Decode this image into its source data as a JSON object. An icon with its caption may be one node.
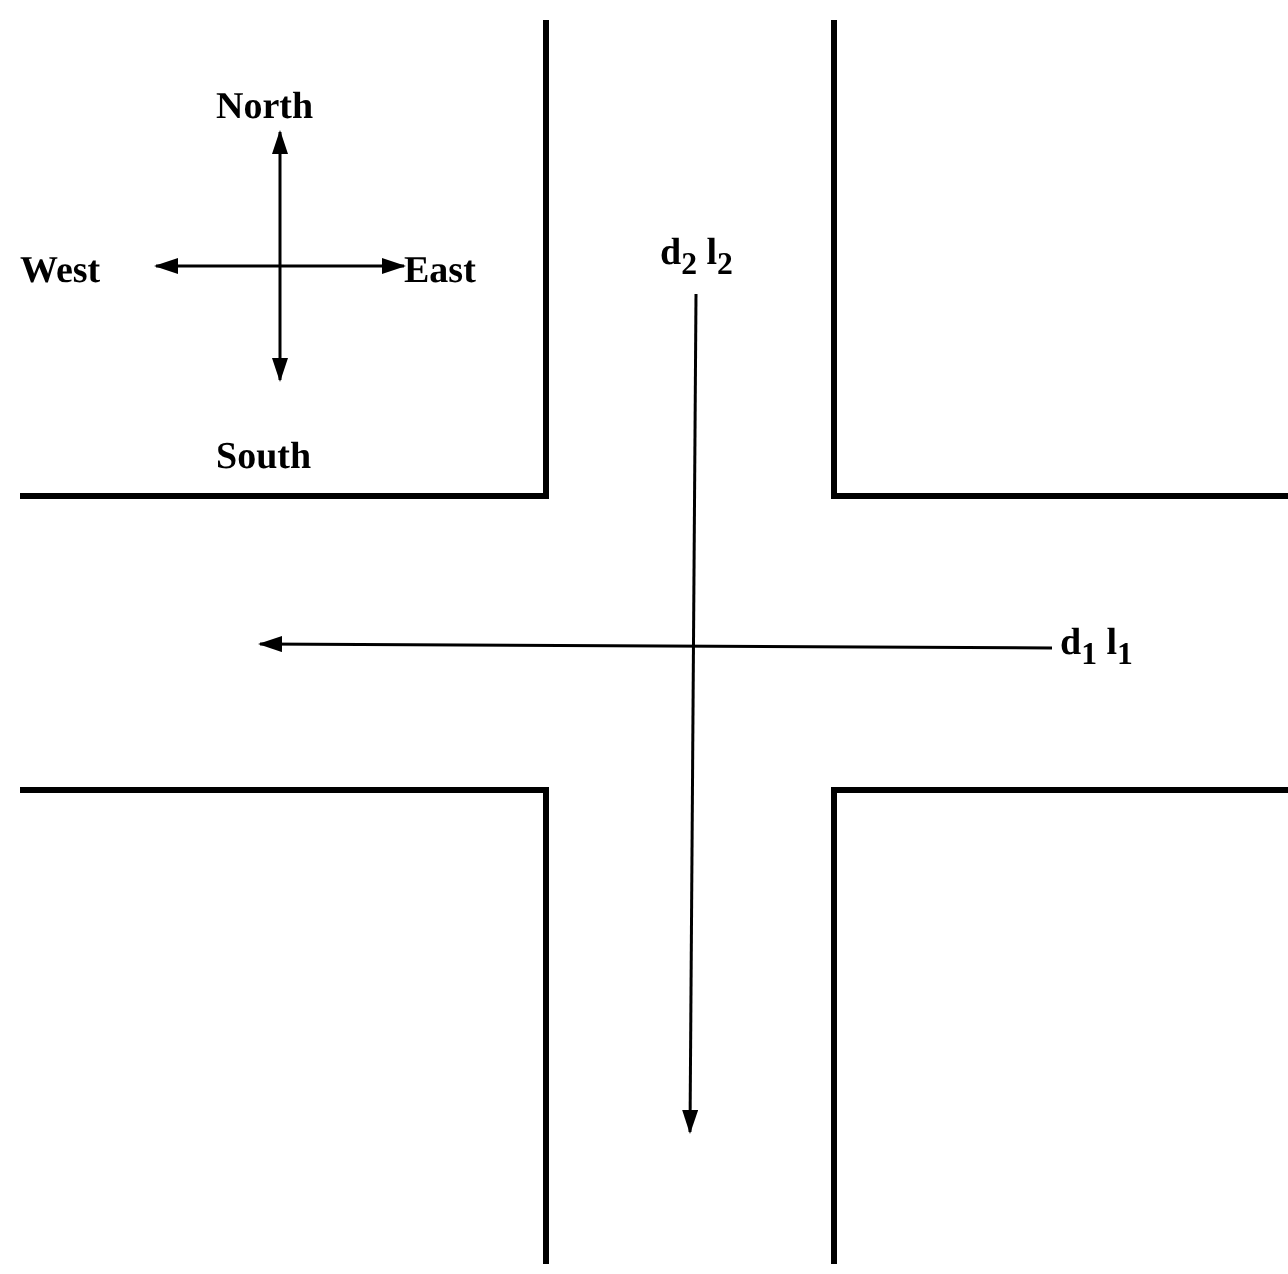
{
  "diagram": {
    "nodes": [
      {
        "text": [
          "d$_{2}$ l$_{2}$"
        ]
      },
      {
        "text": [
          "d$_{1}$ l$_{1}$"
        ]
      }
    ],
    "edges": [
      {
        "from": 0,
        "to": null,
        "arrow": "to"
      },
      {
        "from": 1,
        "to": null,
        "arrow": "to"
      }
    ],
    "labels": [
      "North",
      "West",
      "East",
      "South"
    ]
  }
}
